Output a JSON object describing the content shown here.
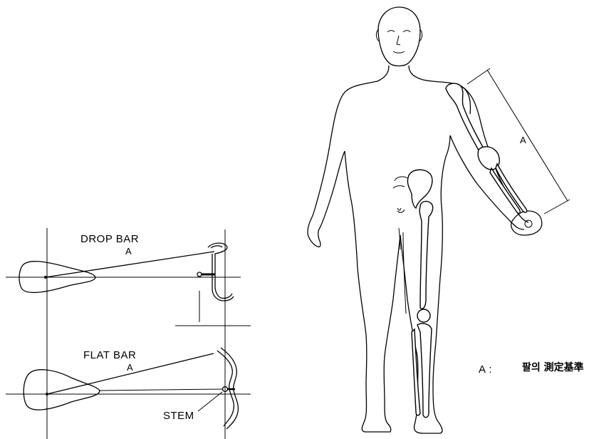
{
  "labels": {
    "drop_bar": "DROP BAR",
    "drop_bar_a": "A",
    "flat_bar": "FLAT BAR",
    "flat_bar_a": "A",
    "stem": "STEM",
    "arm_a": "A",
    "legend_key": "A :",
    "legend_text": "팔의 測定基準"
  }
}
